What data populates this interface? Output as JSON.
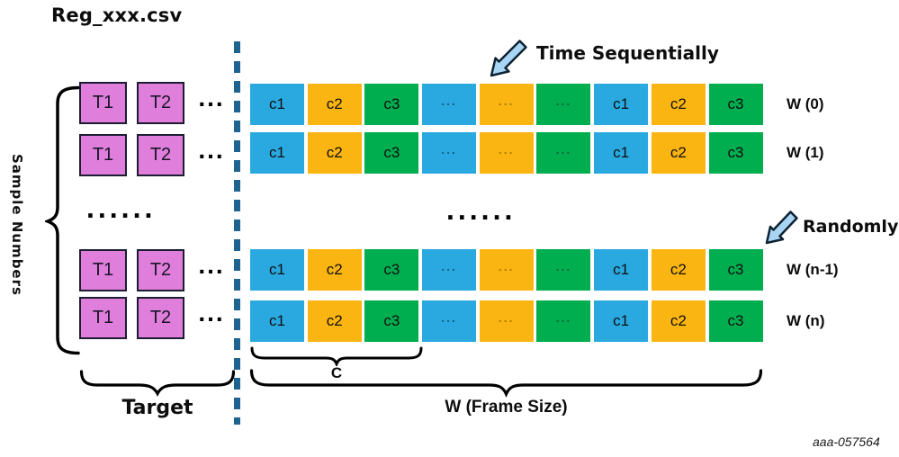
{
  "title": "Reg_xxx.csv",
  "watermark": "aaa-057564",
  "sample_axis": {
    "label": "Sample Numbers"
  },
  "annotations": {
    "time_sequentially": "Time Sequentially",
    "randomly": "Randomly"
  },
  "target": {
    "brace_label": "Target",
    "row_separator_dots": "......",
    "rows": [
      {
        "cells": [
          "T1",
          "T2"
        ],
        "ellipsis": "..."
      },
      {
        "cells": [
          "T1",
          "T2"
        ],
        "ellipsis": "..."
      },
      {
        "cells": [
          "T1",
          "T2"
        ],
        "ellipsis": "..."
      },
      {
        "cells": [
          "T1",
          "T2"
        ],
        "ellipsis": "..."
      }
    ]
  },
  "frame": {
    "c_brace_label": "C",
    "w_brace_label": "W (Frame Size)",
    "row_separator_dots": "......",
    "rows": [
      {
        "label": "W (0)",
        "cells": [
          "c1",
          "c2",
          "c3",
          "...",
          "...",
          "...",
          "c1",
          "c2",
          "c3"
        ]
      },
      {
        "label": "W (1)",
        "cells": [
          "c1",
          "c2",
          "c3",
          "...",
          "...",
          "...",
          "c1",
          "c2",
          "c3"
        ]
      },
      {
        "label": "W (n-1)",
        "cells": [
          "c1",
          "c2",
          "c3",
          "...",
          "...",
          "...",
          "c1",
          "c2",
          "c3"
        ]
      },
      {
        "label": "W (n)",
        "cells": [
          "c1",
          "c2",
          "c3",
          "...",
          "...",
          "...",
          "c1",
          "c2",
          "c3"
        ]
      }
    ]
  },
  "colors": {
    "cell_blue": "#29A9E0",
    "cell_yellow": "#FBB512",
    "cell_green": "#00AD4F",
    "target_pink": "#E07EDB",
    "dashed_divider": "#1F6391",
    "arrow_fill": "#A8D5F3"
  }
}
